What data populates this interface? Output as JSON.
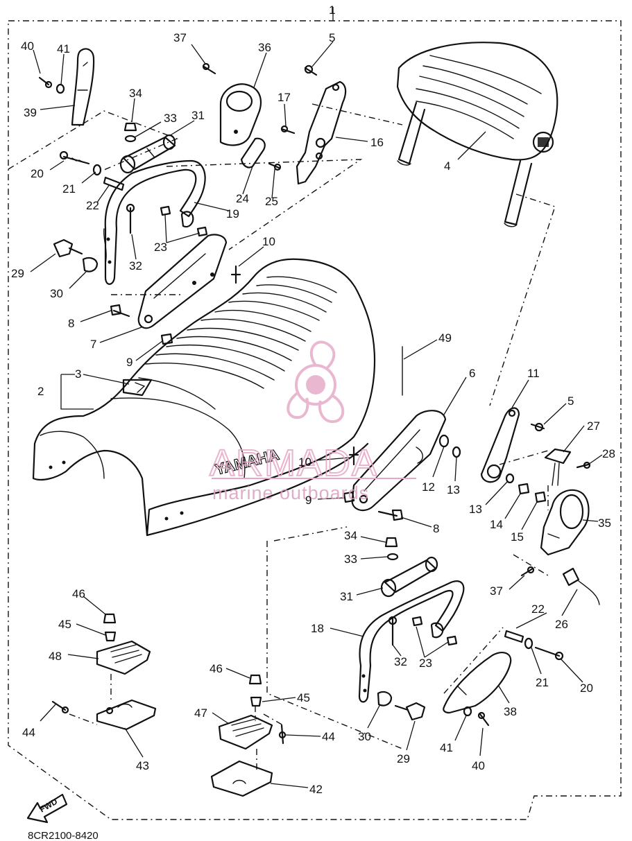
{
  "assembly_label": "1",
  "diagram_code": "8CR2100-8420",
  "fwd_label": "FWD",
  "brand_mark": "YAMAHA",
  "watermark": {
    "name": "ARMADA",
    "tagline": "marine outboards",
    "color": "#e6a6c6"
  },
  "callouts": [
    {
      "id": "c40a",
      "text": "40"
    },
    {
      "id": "c41a",
      "text": "41"
    },
    {
      "id": "c39",
      "text": "39"
    },
    {
      "id": "c37a",
      "text": "37"
    },
    {
      "id": "c36",
      "text": "36"
    },
    {
      "id": "c5a",
      "text": "5"
    },
    {
      "id": "c34a",
      "text": "34"
    },
    {
      "id": "c33a",
      "text": "33"
    },
    {
      "id": "c31a",
      "text": "31"
    },
    {
      "id": "c17",
      "text": "17"
    },
    {
      "id": "c16",
      "text": "16"
    },
    {
      "id": "c4",
      "text": "4"
    },
    {
      "id": "c20a",
      "text": "20"
    },
    {
      "id": "c21a",
      "text": "21"
    },
    {
      "id": "c22a",
      "text": "22"
    },
    {
      "id": "c24",
      "text": "24"
    },
    {
      "id": "c25",
      "text": "25"
    },
    {
      "id": "c19",
      "text": "19"
    },
    {
      "id": "c23a",
      "text": "23"
    },
    {
      "id": "c32a",
      "text": "32"
    },
    {
      "id": "c10a",
      "text": "10"
    },
    {
      "id": "c29a",
      "text": "29"
    },
    {
      "id": "c30a",
      "text": "30"
    },
    {
      "id": "c8a",
      "text": "8"
    },
    {
      "id": "c7",
      "text": "7"
    },
    {
      "id": "c9a",
      "text": "9"
    },
    {
      "id": "c49",
      "text": "49"
    },
    {
      "id": "c3",
      "text": "3"
    },
    {
      "id": "c2",
      "text": "2"
    },
    {
      "id": "c6",
      "text": "6"
    },
    {
      "id": "c11",
      "text": "11"
    },
    {
      "id": "c5b",
      "text": "5"
    },
    {
      "id": "c27",
      "text": "27"
    },
    {
      "id": "c28",
      "text": "28"
    },
    {
      "id": "c10b",
      "text": "10"
    },
    {
      "id": "c12",
      "text": "12"
    },
    {
      "id": "c13a",
      "text": "13"
    },
    {
      "id": "c9b",
      "text": "9"
    },
    {
      "id": "c8b",
      "text": "8"
    },
    {
      "id": "c13b",
      "text": "13"
    },
    {
      "id": "c14",
      "text": "14"
    },
    {
      "id": "c15",
      "text": "15"
    },
    {
      "id": "c35",
      "text": "35"
    },
    {
      "id": "c34b",
      "text": "34"
    },
    {
      "id": "c33b",
      "text": "33"
    },
    {
      "id": "c31b",
      "text": "31"
    },
    {
      "id": "c37b",
      "text": "37"
    },
    {
      "id": "c22b",
      "text": "22"
    },
    {
      "id": "c26",
      "text": "26"
    },
    {
      "id": "c46a",
      "text": "46"
    },
    {
      "id": "c45a",
      "text": "45"
    },
    {
      "id": "c48",
      "text": "48"
    },
    {
      "id": "c18",
      "text": "18"
    },
    {
      "id": "c32b",
      "text": "32"
    },
    {
      "id": "c23b",
      "text": "23"
    },
    {
      "id": "c21b",
      "text": "21"
    },
    {
      "id": "c20b",
      "text": "20"
    },
    {
      "id": "c44a",
      "text": "44"
    },
    {
      "id": "c43",
      "text": "43"
    },
    {
      "id": "c46b",
      "text": "46"
    },
    {
      "id": "c45b",
      "text": "45"
    },
    {
      "id": "c47",
      "text": "47"
    },
    {
      "id": "c44b",
      "text": "44"
    },
    {
      "id": "c30b",
      "text": "30"
    },
    {
      "id": "c29b",
      "text": "29"
    },
    {
      "id": "c38",
      "text": "38"
    },
    {
      "id": "c41b",
      "text": "41"
    },
    {
      "id": "c40b",
      "text": "40"
    },
    {
      "id": "c42",
      "text": "42"
    }
  ]
}
